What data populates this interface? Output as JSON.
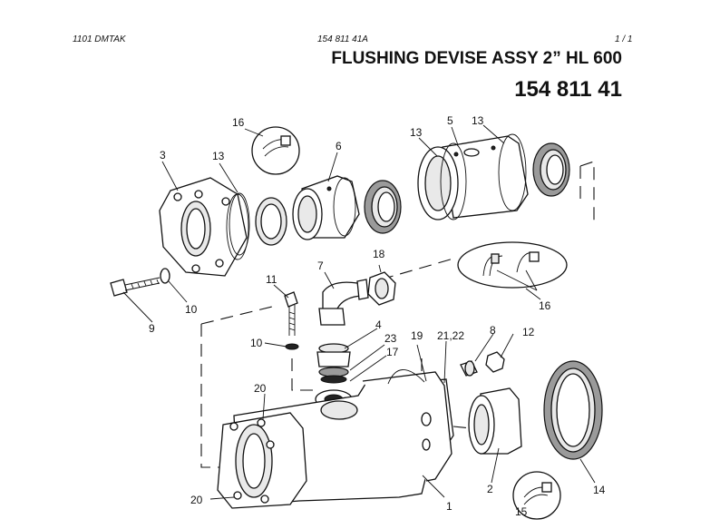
{
  "header": {
    "doc_code": "1101 DMTAK",
    "ref_number": "154 811 41A",
    "page": "1 /  1"
  },
  "title": "FLUSHING DEVISE ASSY 2” HL 600",
  "part_number": "154 811 41",
  "callouts": {
    "c1": "1",
    "c2": "2",
    "c3": "3",
    "c4": "4",
    "c5": "5",
    "c6": "6",
    "c7": "7",
    "c8": "8",
    "c9": "9",
    "c10a": "10",
    "c10b": "10",
    "c11": "11",
    "c12": "12",
    "c13a": "13",
    "c13b": "13",
    "c13c": "13",
    "c14": "14",
    "c15": "15",
    "c16a": "16",
    "c16b": "16",
    "c17": "17",
    "c18": "18",
    "c19": "19",
    "c20a": "20",
    "c20b": "20",
    "c2122": "21,22",
    "c23": "23"
  }
}
